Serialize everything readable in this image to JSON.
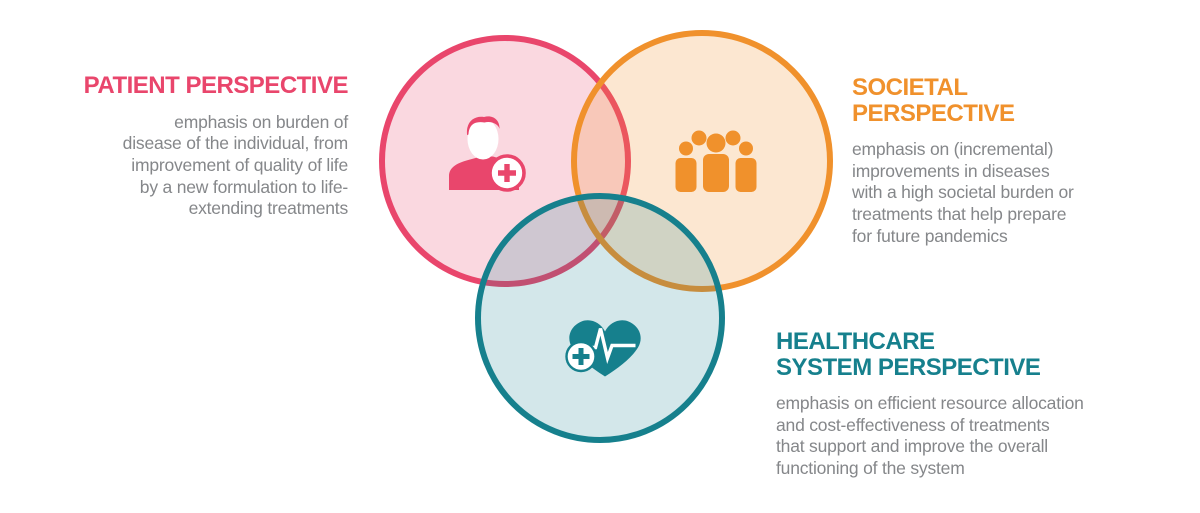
{
  "diagram_type": "venn-3-circles",
  "patient": {
    "heading": "PATIENT PERSPECTIVE",
    "body": "emphasis on burden of\ndisease of the individual, from\nimprovement of quality of life\nby a new formulation to life-\nextending treatments",
    "icon": "person-with-plus-icon"
  },
  "societal": {
    "heading": "SOCIETAL\nPERSPECTIVE",
    "body": "emphasis on (incremental)\nimprovements in diseases\nwith a high societal burden or\ntreatments that help prepare\nfor future pandemics",
    "icon": "people-group-icon"
  },
  "healthcare": {
    "heading": "HEALTHCARE\nSYSTEM PERSPECTIVE",
    "body": "emphasis on efficient resource allocation\nand cost-effectiveness of treatments\nthat support and improve the overall\nfunctioning of the system",
    "icon": "heart-pulse-plus-icon"
  },
  "colors": {
    "patient_accent": "#E9466C",
    "patient_fill": "rgba(233,70,108,0.21)",
    "societal_accent": "#F0912C",
    "societal_fill": "rgba(240,145,44,0.22)",
    "healthcare_accent": "#16808D",
    "healthcare_fill": "rgba(22,128,141,0.19)",
    "body_text": "#85878A",
    "background": "#FFFFFF"
  }
}
